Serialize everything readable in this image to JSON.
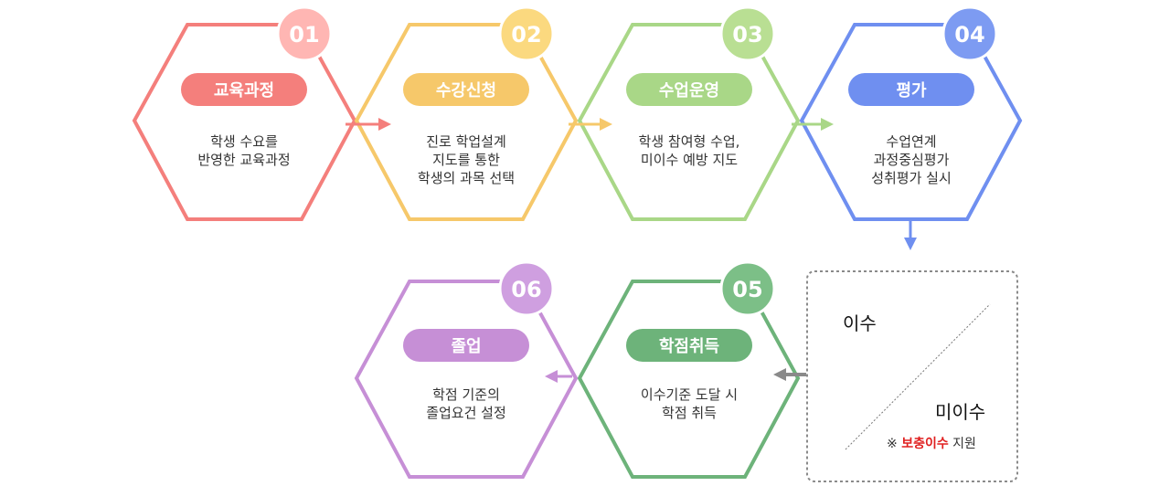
{
  "steps": [
    {
      "num": "01",
      "label": "교육과정",
      "desc": [
        "학생 수요를",
        "반영한 교육과정"
      ],
      "color": "#f47f7c",
      "light": "#ffb6b3"
    },
    {
      "num": "02",
      "label": "수강신청",
      "desc": [
        "진로 학업설계",
        "지도를 통한",
        "학생의 과목 선택"
      ],
      "color": "#f6c86a",
      "light": "#fbd97f"
    },
    {
      "num": "03",
      "label": "수업운영",
      "desc": [
        "학생 참여형 수업,",
        "미이수 예방 지도"
      ],
      "color": "#a9d787",
      "light": "#b9df93"
    },
    {
      "num": "04",
      "label": "평가",
      "desc": [
        "수업연계",
        "과정중심평가",
        "성취평가 실시"
      ],
      "color": "#6f8ff0",
      "light": "#7d9bf2"
    },
    {
      "num": "05",
      "label": "학점취득",
      "desc": [
        "이수기준 도달 시",
        "학점 취득"
      ],
      "color": "#6db37a",
      "light": "#7cbf87"
    },
    {
      "num": "06",
      "label": "졸업",
      "desc": [
        "학점 기준의",
        "졸업요건 설정"
      ],
      "color": "#c68fd6",
      "light": "#cf9fe0"
    }
  ],
  "side_box": {
    "pass": "이수",
    "fail": "미이수",
    "note_mark": "※",
    "note_highlight": "보충이수",
    "note_rest": "지원",
    "highlight_color": "#e02020",
    "border_color": "#8a8a8a"
  },
  "arrow_gray": "#8a8a8a"
}
